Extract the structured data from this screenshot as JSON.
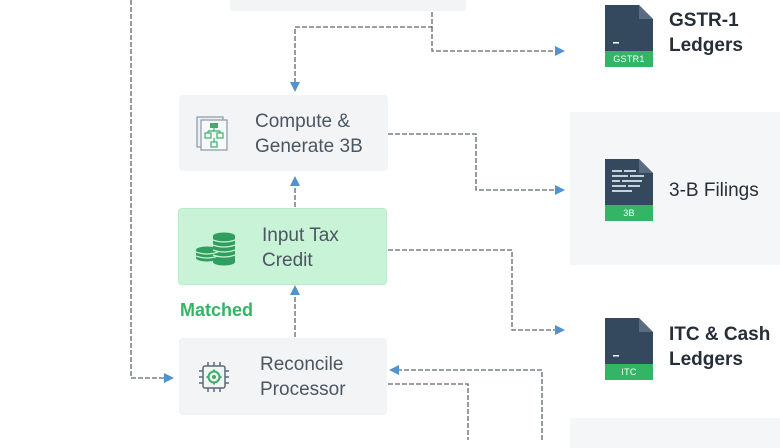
{
  "nodes": {
    "compute": {
      "label": "Compute &\nGenerate 3B",
      "icon": "flowchart-icon"
    },
    "itc": {
      "label": "Input Tax\nCredit",
      "icon": "coins-stack-icon"
    },
    "reconcile": {
      "label": "Reconcile\nProcessor",
      "icon": "processor-chip-icon"
    }
  },
  "status": {
    "matched": "Matched"
  },
  "outputs": {
    "gstr1": {
      "tag": "GSTR1",
      "label": "GSTR-1\nLedgers",
      "icon": "document-icon"
    },
    "filings3b": {
      "tag": "3B",
      "label": "3-B Filings",
      "icon": "document-icon"
    },
    "itc_cash": {
      "tag": "ITC",
      "label": "ITC & Cash\nLedgers",
      "icon": "document-icon"
    }
  },
  "colors": {
    "connector": "#5d6770",
    "arrowhead": "#4f93cf",
    "accent_green": "#33b565",
    "node_fill": "#f3f4f5",
    "highlight_fill": "#c9f3d6",
    "doc_body": "#34495e"
  }
}
